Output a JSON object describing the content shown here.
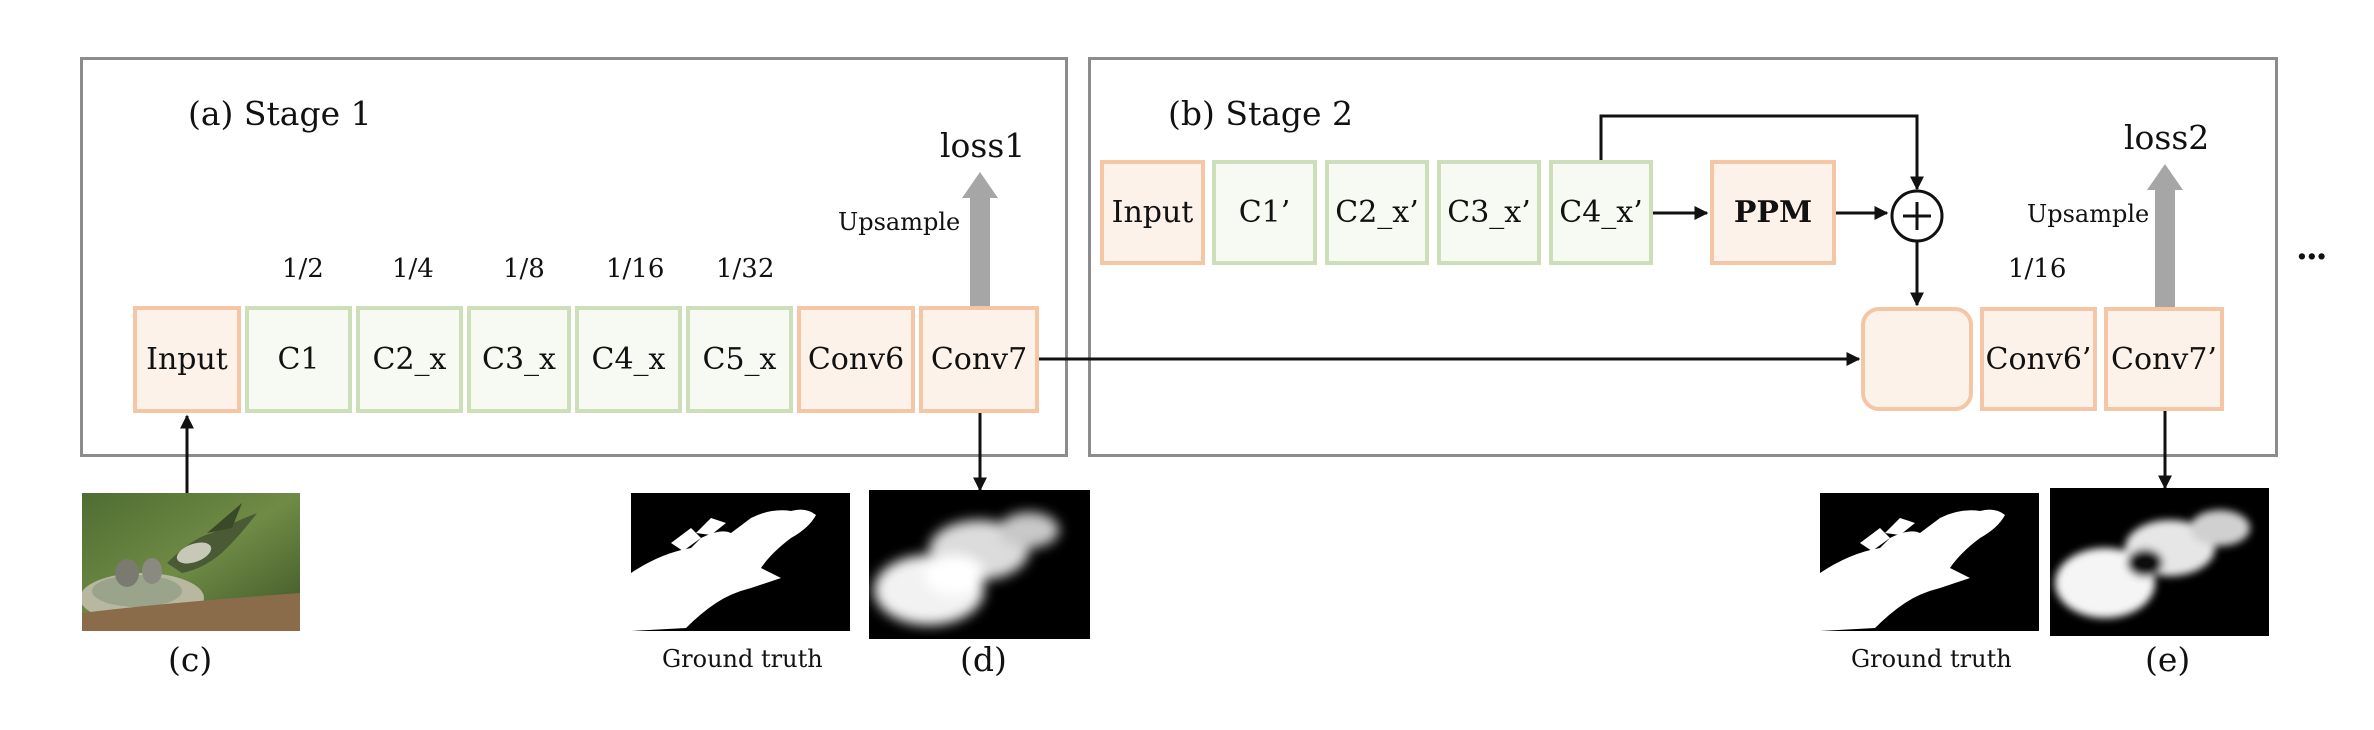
{
  "stage1": {
    "title": "(a)  Stage 1",
    "blocks": [
      "Input",
      "C1",
      "C2_x",
      "C3_x",
      "C4_x",
      "C5_x",
      "Conv6",
      "Conv7"
    ],
    "scales": [
      "1/2",
      "1/4",
      "1/8",
      "1/16",
      "1/32"
    ],
    "upsample": "Upsample",
    "loss": "loss1"
  },
  "stage2": {
    "title": "(b)  Stage 2",
    "blocks": [
      "Input",
      "C1’",
      "C2_x’",
      "C3_x’",
      "C4_x’"
    ],
    "ppm": "PPM",
    "plus": "+",
    "scale": "1/16",
    "conv6": "Conv6’",
    "conv7": "Conv7’",
    "upsample": "Upsample",
    "loss": "loss2"
  },
  "labels": {
    "c": "(c)",
    "d": "(d)",
    "e": "(e)",
    "gt1": "Ground truth",
    "gt2": "Ground truth",
    "ellipsis": "..."
  },
  "colors": {
    "orange_fill": "#fdf2ea",
    "orange_border": "#f5c6a5",
    "green_fill": "#f6faf2",
    "green_border": "#cddfb8",
    "frame": "#8c8c8c",
    "upsample_arrow": "#a6a6a6"
  }
}
